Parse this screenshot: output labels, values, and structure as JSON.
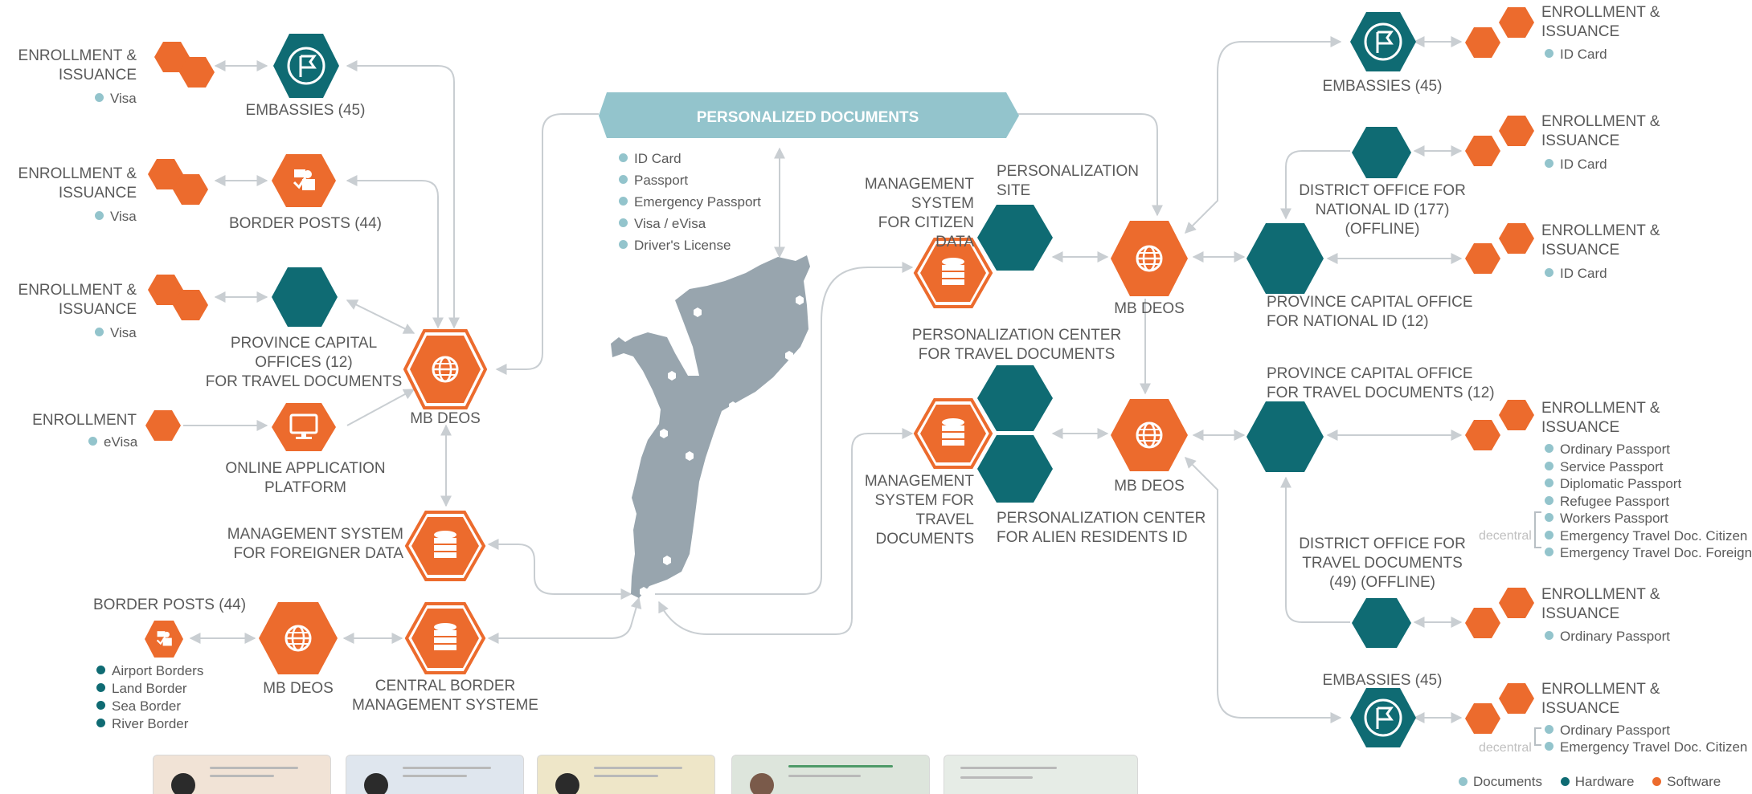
{
  "colors": {
    "orange": "#ec6b2d",
    "teal": "#0f6b73",
    "banner": "#93c4cc",
    "connector": "#c9ced2",
    "map": "#98a5ae",
    "text": "#5a5a5a",
    "bullet_documents": "#93c4cc",
    "bullet_hardware": "#0f6b73",
    "bullet_software": "#ec6b2d"
  },
  "banner": {
    "title": "PERSONALIZED DOCUMENTS"
  },
  "document_types": [
    "ID Card",
    "Passport",
    "Emergency Passport",
    "Visa / eVisa",
    "Driver's License"
  ],
  "left": {
    "enroll_label": "ENROLLMENT &\nISSUANCE",
    "visa": "Visa",
    "enrollment_only": "ENROLLMENT",
    "evisa": "eVisa",
    "embassies": "EMBASSIES (45)",
    "border_posts": "BORDER POSTS (44)",
    "province_capital_offices": "PROVINCE CAPITAL\nOFFICES (12)\nFOR TRAVEL DOCUMENTS",
    "online_platform": "ONLINE APPLICATION\nPLATFORM",
    "mb_deos": "MB DEOS",
    "mgmt_foreigner": "MANAGEMENT SYSTEM\nFOR FOREIGNER DATA",
    "border_posts_bottom": "BORDER POSTS (44)",
    "border_types": [
      "Airport Borders",
      "Land Border",
      "Sea Border",
      "River Border"
    ],
    "mb_deos_bottom": "MB DEOS",
    "central_border": "CENTRAL BORDER\nMANAGEMENT SYSTEME"
  },
  "center": {
    "mgmt_citizen": "MANAGEMENT\nSYSTEM\nFOR CITIZEN DATA",
    "personalization_site": "PERSONALIZATION\nSITE",
    "mb_deos_top": "MB DEOS",
    "pc_travel": "PERSONALIZATION CENTER\nFOR TRAVEL DOCUMENTS",
    "mgmt_travel": "MANAGEMENT\nSYSTEM FOR\nTRAVEL\nDOCUMENTS",
    "mb_deos_bottom": "MB DEOS",
    "pc_alien": "PERSONALIZATION CENTER\nFOR ALIEN RESIDENTS ID"
  },
  "right": {
    "enroll_label": "ENROLLMENT &\nISSUANCE",
    "id_card": "ID Card",
    "ordinary_passport": "Ordinary Passport",
    "embassies_top": "EMBASSIES (45)",
    "district_national_id": "DISTRICT OFFICE FOR\nNATIONAL ID (177)\n(OFFLINE)",
    "province_national_id": "PROVINCE CAPITAL OFFICE\nFOR NATIONAL ID (12)",
    "province_travel": "PROVINCE CAPITAL OFFICE\nFOR TRAVEL DOCUMENTS (12)",
    "travel_doc_list": [
      "Ordinary Passport",
      "Service Passport",
      "Diplomatic Passport",
      "Refugee Passport",
      "Workers Passport",
      "Emergency Travel Doc. Citizen",
      "Emergency Travel Doc. Foreigner"
    ],
    "decentral": "decentral",
    "district_travel": "DISTRICT OFFICE FOR\nTRAVEL DOCUMENTS\n(49) (OFFLINE)",
    "embassies_bottom": "EMBASSIES (45)",
    "embassy_docs": [
      "Ordinary Passport",
      "Emergency Travel Doc. Citizen"
    ]
  },
  "legend": {
    "documents": "Documents",
    "hardware": "Hardware",
    "software": "Software"
  }
}
